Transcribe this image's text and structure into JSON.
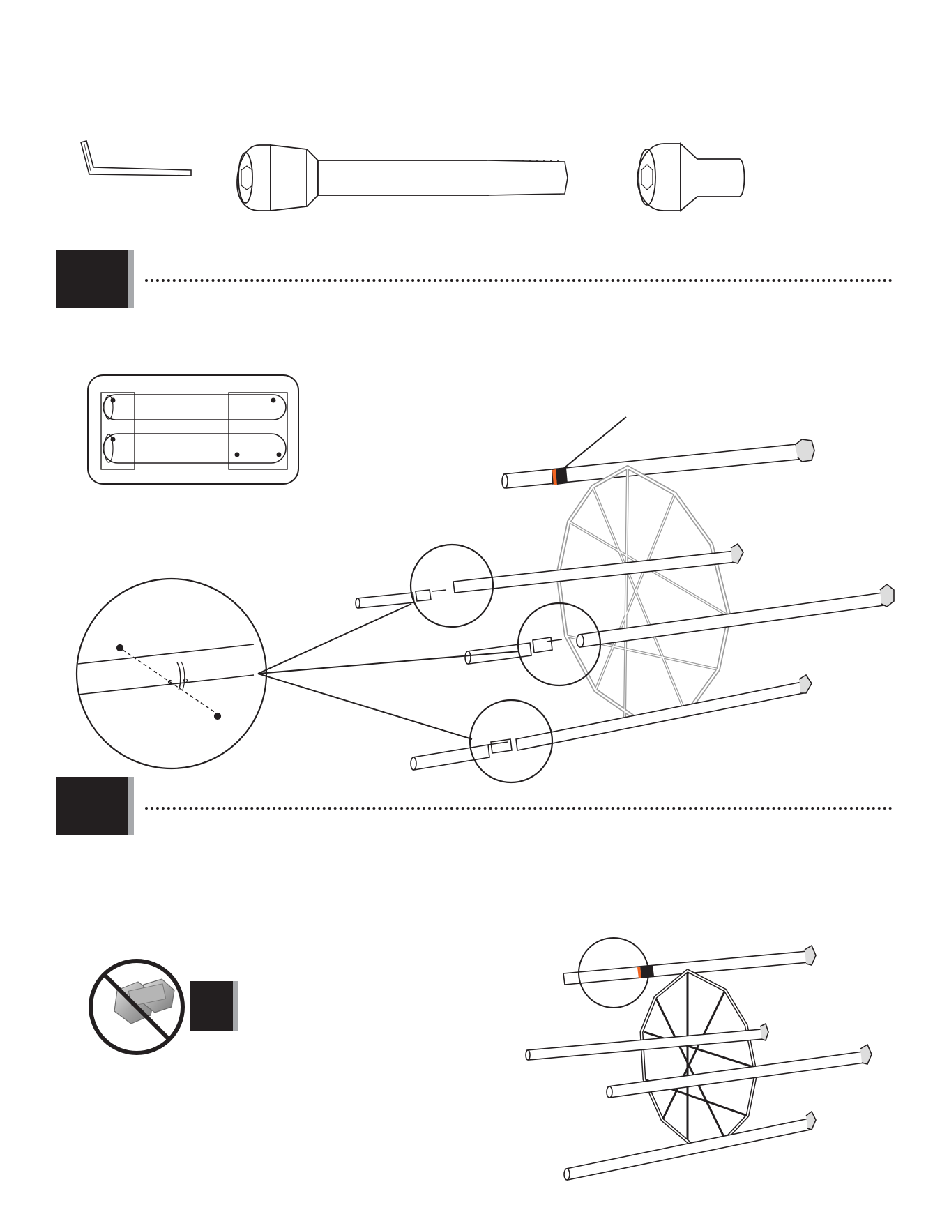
{
  "document": {
    "type": "assembly instruction page",
    "steps": [
      {
        "badge": "",
        "divider": "dotted"
      },
      {
        "badge": "",
        "divider": "dotted"
      }
    ],
    "hardware": [
      {
        "name": "allen-wrench-icon"
      },
      {
        "name": "bolt-icon"
      },
      {
        "name": "barrel-nut-icon"
      }
    ],
    "callouts": {
      "no_hex_nut": {
        "icon": "no-hex-nut-icon",
        "badge": ""
      }
    },
    "colors": {
      "ink": "#231f20",
      "badge_shadow": "#a7a9ac",
      "orange_band": "#f26522",
      "frame_gray": "#c9c9c9"
    }
  }
}
